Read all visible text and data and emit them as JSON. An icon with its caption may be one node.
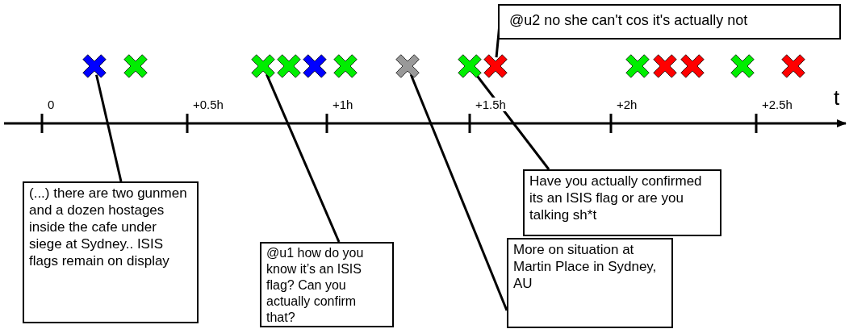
{
  "diagram": {
    "nodes": [
      {
        "text": [],
        "shape": "cross"
      },
      {
        "text": [],
        "shape": "cross"
      },
      {
        "text": [],
        "shape": "cross"
      },
      {
        "text": [],
        "shape": "cross"
      },
      {
        "text": [],
        "shape": "cross"
      },
      {
        "text": [],
        "shape": "cross"
      },
      {
        "text": [],
        "shape": "cross"
      },
      {
        "text": [],
        "shape": "cross"
      },
      {
        "text": [],
        "shape": "cross"
      },
      {
        "text": [],
        "shape": "cross"
      },
      {
        "text": [],
        "shape": "cross"
      },
      {
        "text": [],
        "shape": "cross"
      },
      {
        "text": [],
        "shape": "cross"
      },
      {
        "text": [],
        "shape": "cross"
      },
      {
        "text": [
          "@u2 no she can't cos it's actually not"
        ]
      },
      {
        "text": [
          "(...) there are two gunmen and a dozen hostages inside the cafe under siege at Sydney.. ISIS flags remain on display"
        ]
      },
      {
        "text": [
          "Have you actually confirmed its an ISIS flag or are you talking sh*t"
        ]
      },
      {
        "text": [
          "@u1 how do you know it’s an ISIS flag? Can you actually confirm that?"
        ]
      },
      {
        "text": [
          "More on situation at Martin Place in Sydney, AU"
        ]
      }
    ],
    "edges": [
      {
        "from": 15,
        "to": 0,
        "arrow": "none"
      },
      {
        "from": 17,
        "to": 2,
        "arrow": "none"
      },
      {
        "from": 18,
        "to": 6,
        "arrow": "none"
      },
      {
        "from": 16,
        "to": 7,
        "arrow": "none"
      },
      {
        "from": 14,
        "to": 8,
        "arrow": "none"
      }
    ],
    "labels": [
      "0",
      "+0.5h",
      "+1h",
      "+1.5h",
      "+2h",
      "+2.5h",
      "t"
    ]
  }
}
